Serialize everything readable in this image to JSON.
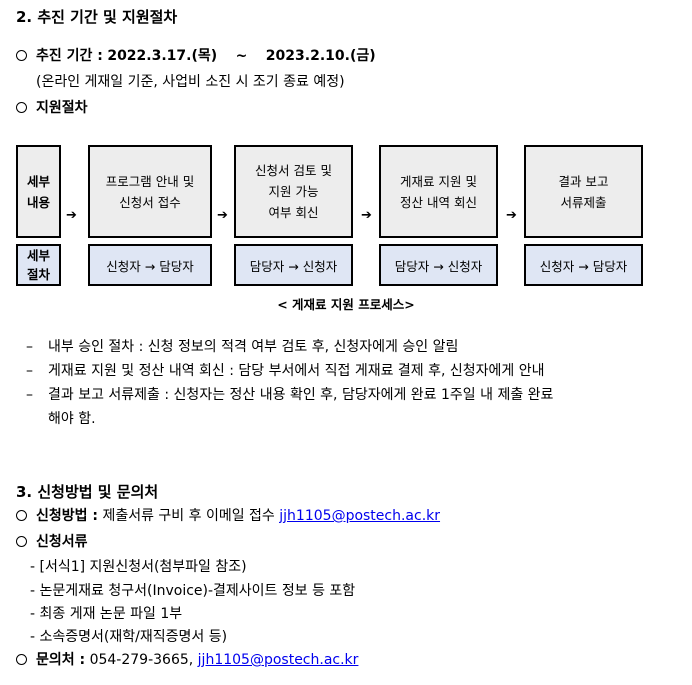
{
  "section2": {
    "title": "2. 추진 기간 및 지원절차",
    "period_label": "추진 기간 :",
    "period_start": "2022.3.17.(목)",
    "period_sep": "~",
    "period_end": "2023.2.10.(금)",
    "period_note": "(온라인 게재일 기준, 사업비 소진 시 조기 종료 예정)",
    "procedure_label": "지원절차"
  },
  "process": {
    "row1_label": "세부\n내용",
    "row2_label": "세부\n절차",
    "arrow": "➔",
    "steps": [
      {
        "content": "프로그램 안내 및\n신청서 접수",
        "flow": "신청자 → 담당자"
      },
      {
        "content": "신청서 검토 및\n지원 가능\n여부 회신",
        "flow": "담당자 → 신청자"
      },
      {
        "content": "게재료 지원 및\n정산 내역 회신",
        "flow": "담당자 → 신청자"
      },
      {
        "content": "결과 보고\n서류제출",
        "flow": "신청자 → 담당자"
      }
    ],
    "caption": "< 게재료 지원 프로세스>"
  },
  "notes": {
    "dash": "–",
    "items": [
      "내부 승인 절차 : 신청 정보의 적격 여부 검토 후, 신청자에게 승인 알림",
      "게재료 지원 및 정산 내역 회신 : 담당 부서에서 직접 게재료 결제 후, 신청자에게 안내",
      "결과 보고 서류제출 : 신청자는 정산 내용 확인 후, 담당자에게 완료 1주일 내 제출 완료",
      "해야 함."
    ]
  },
  "section3": {
    "title": "3. 신청방법 및 문의처",
    "method_label": "신청방법 :",
    "method_text": "제출서류 구비 후 이메일 접수",
    "email": "jjh1105@postech.ac.kr",
    "docs_label": "신청서류",
    "docs_dash": "-",
    "docs": [
      "[서식1] 지원신청서(첨부파일 참조)",
      "논문게재료 청구서(Invoice)-결제사이트 정보 등 포함",
      "최종 게재 논문 파일 1부",
      "소속증명서(재학/재직증명서 등)"
    ],
    "contact_label": "문의처 :",
    "contact_phone": "054-279-3665,",
    "contact_email": "jjh1105@postech.ac.kr"
  }
}
